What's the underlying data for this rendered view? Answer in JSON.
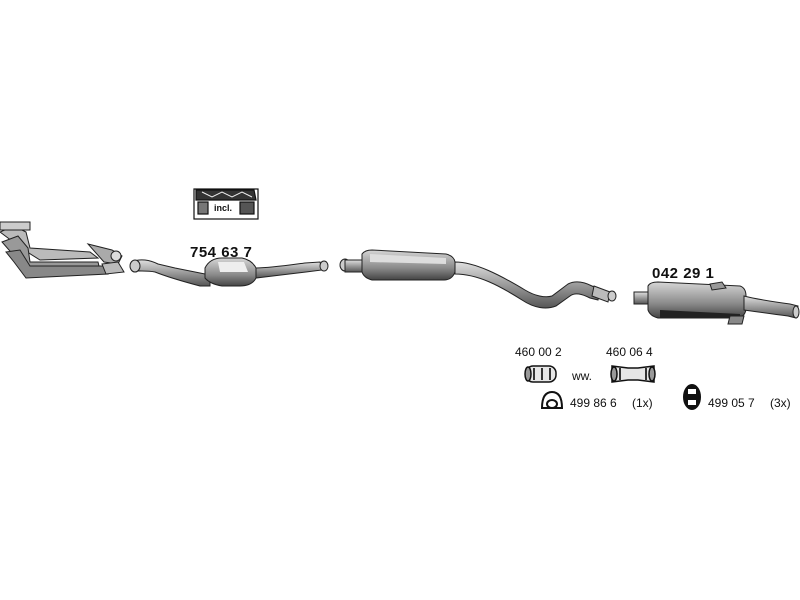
{
  "parts": {
    "catalytic_converter": "754 63 7",
    "rear_silencer": "042 29 1",
    "clamp_a": "460 00 2",
    "clamp_b": "460 06 4",
    "clamp_alt": "ww.",
    "gasket": "499 86 6",
    "gasket_qty": "(1x)",
    "rubber_hanger": "499 05 7",
    "rubber_hanger_qty": "(3x)"
  },
  "mounting_kit": {
    "label": "incl."
  }
}
